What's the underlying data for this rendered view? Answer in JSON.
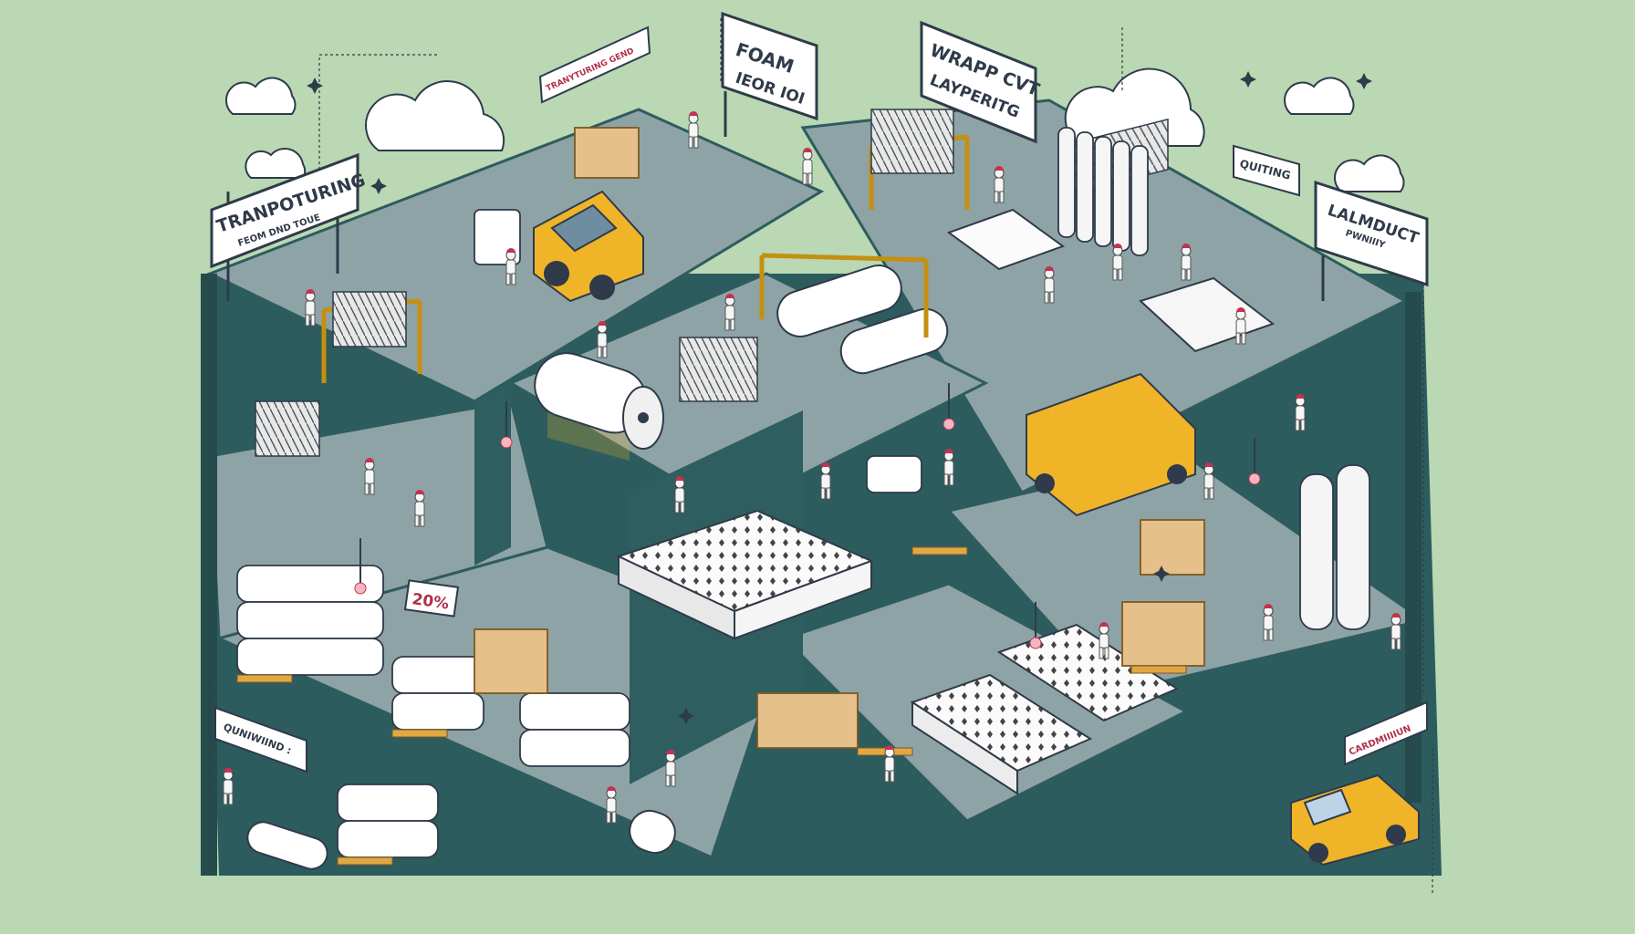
{
  "signs": {
    "transporting": {
      "line1": "TRANPOTURING",
      "line2": "FEOM DND TOUE"
    },
    "foam": {
      "line1": "FOAM",
      "line2": "IEOR IOI"
    },
    "wrapp": {
      "line1": "WRAPP CVT",
      "line2": "LAYPERITG"
    },
    "quilting": {
      "line1": "QUITING"
    },
    "lalmduct": {
      "line1": "LALMDUCT",
      "line2": "PWNIIIY"
    },
    "top_tag": {
      "line1": "TRANYTURING GEND"
    },
    "left_tag": {
      "line1": "QUNIWIIND :"
    },
    "right_tag": {
      "line1": "CARDMIIIIUN"
    },
    "percent_tag": {
      "line1": "20%"
    }
  },
  "colors": {
    "background": "#b9d8b3",
    "wall": "#2d5c5e",
    "floor": "#8ea3a6",
    "machine": "#f0b429",
    "accent": "#c2334f"
  }
}
